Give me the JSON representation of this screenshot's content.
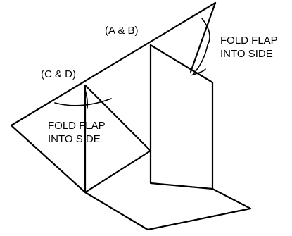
{
  "labels": {
    "corner_ab": "(A & B)",
    "corner_cd": "(C & D)",
    "right_fold": [
      "FOLD FLAP",
      "INTO SIDE"
    ],
    "left_fold": [
      "FOLD FLAP",
      "INTO SIDE"
    ]
  }
}
